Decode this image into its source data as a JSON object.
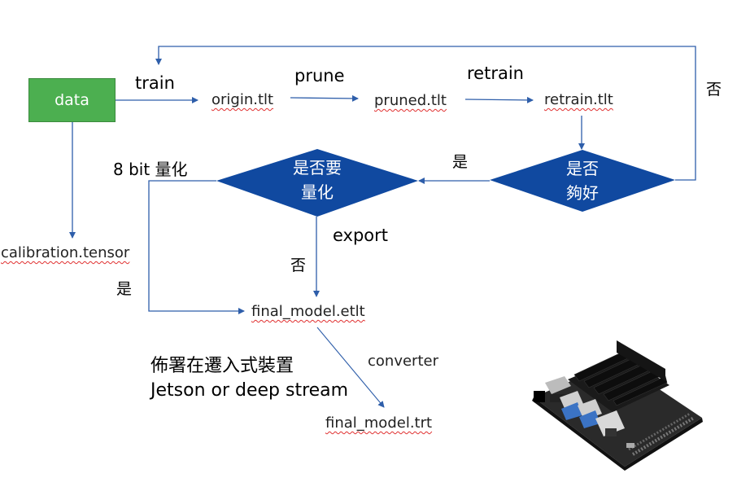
{
  "colors": {
    "data_box": "#4caf50",
    "diamond_fill": "#1049a0",
    "arrow": "#2e5eaa"
  },
  "nodes": {
    "data": "data",
    "origin": "origin.tlt",
    "pruned": "pruned.tlt",
    "retrain_file": "retrain.tlt",
    "calibration": "calibration.tensor",
    "final_etlt": "final_model.etlt",
    "final_trt": "final_model.trt"
  },
  "decisions": {
    "quantize": {
      "line1": "是否要",
      "line2": "量化"
    },
    "good_enough": {
      "line1": "是否",
      "line2": "夠好"
    }
  },
  "edge_labels": {
    "train": "train",
    "prune": "prune",
    "retrain": "retrain",
    "loop_no": "否",
    "good_yes": "是",
    "quant_8bit": "8 bit 量化",
    "export": "export",
    "quant_no": "否",
    "quant_yes": "是",
    "converter": "converter"
  },
  "deploy_note": {
    "line1": "佈署在遷入式裝置",
    "line2": "Jetson or deep stream"
  },
  "image": {
    "alt": "NVIDIA Jetson Nano developer board"
  }
}
